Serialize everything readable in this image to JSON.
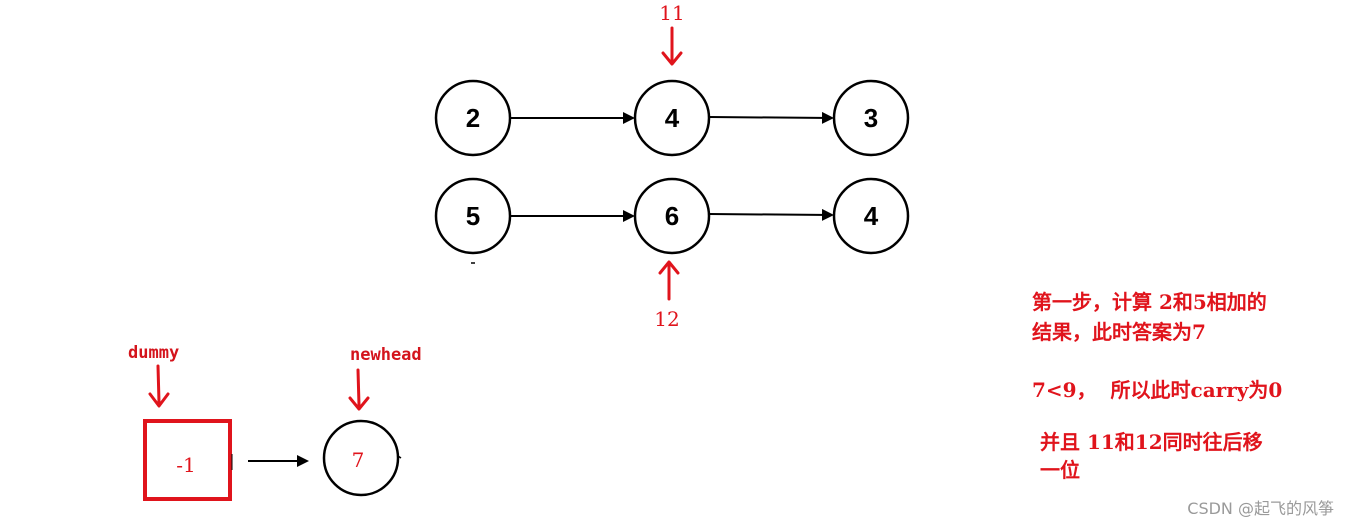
{
  "list1": {
    "nodes": [
      "2",
      "4",
      "3"
    ],
    "pointer_label": "11"
  },
  "list2": {
    "nodes": [
      "5",
      "6",
      "4"
    ],
    "pointer_label": "12"
  },
  "result": {
    "dummy_label": "dummy",
    "dummy_value": "-1",
    "newhead_label": "newhead",
    "newhead_value": "7"
  },
  "notes": {
    "step1_line1": "第一步，计算 2和5相加的",
    "step1_line2": "结果，此时答案为7",
    "carry_line": "7<9，  所以此时carry为0",
    "move_line1": "并且 11和12同时往后移",
    "move_line2": "一位"
  },
  "colors": {
    "accent_red": "#e0141c",
    "stroke": "#000000"
  },
  "watermark": "CSDN @起飞的风筝"
}
